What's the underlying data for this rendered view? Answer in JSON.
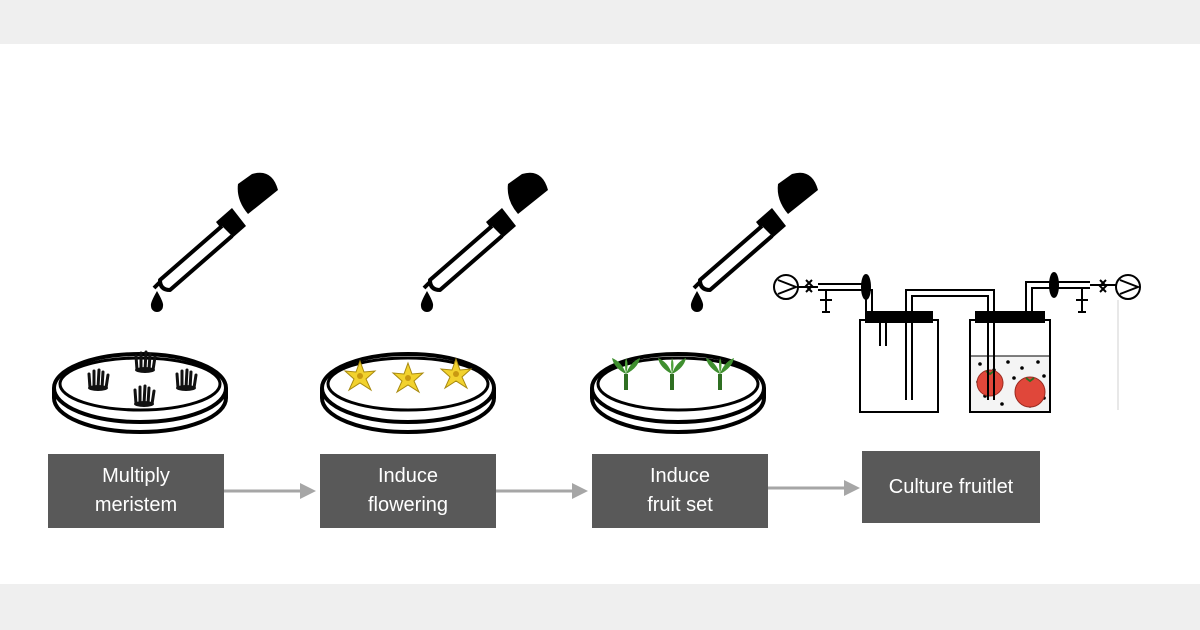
{
  "diagram": {
    "steps": [
      {
        "label": "Multiply\nmeristem"
      },
      {
        "label": "Induce\nflowering"
      },
      {
        "label": "Induce\nfruit set"
      },
      {
        "label": "Culture fruitlet"
      }
    ],
    "colors": {
      "box": "#595959",
      "arrow": "#a6a6a6",
      "flower": "#f2d22e",
      "sprout": "#3f8f2f",
      "fruit": "#e0473a"
    }
  }
}
